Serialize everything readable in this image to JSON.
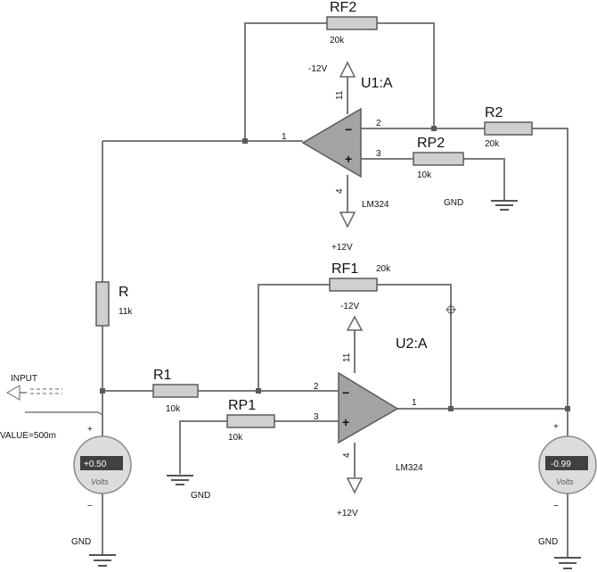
{
  "resistors": {
    "rf2": {
      "name": "RF2",
      "value": "20k"
    },
    "r2": {
      "name": "R2",
      "value": "20k"
    },
    "rp2": {
      "name": "RP2",
      "value": "10k"
    },
    "rf1": {
      "name": "RF1",
      "value": "20k"
    },
    "r": {
      "name": "R",
      "value": "11k"
    },
    "r1": {
      "name": "R1",
      "value": "10k"
    },
    "rp1": {
      "name": "RP1",
      "value": "10k"
    }
  },
  "opamps": {
    "u1": {
      "name": "U1:A",
      "part": "LM324",
      "pin_out": "1",
      "pin_inv": "2",
      "pin_noninv": "3",
      "pin_vneg": "11",
      "pin_vpos": "4"
    },
    "u2": {
      "name": "U2:A",
      "part": "LM324",
      "pin_out": "1",
      "pin_inv": "2",
      "pin_noninv": "3",
      "pin_vneg": "11",
      "pin_vpos": "4"
    }
  },
  "supplies": {
    "u1_neg": "-12V",
    "u1_pos": "+12V",
    "u2_neg": "-12V",
    "u2_pos": "+12V"
  },
  "grounds": {
    "u1_gnd": "GND",
    "rp1_gnd": "GND",
    "meter1_gnd": "GND",
    "meter2_gnd": "GND"
  },
  "input": {
    "label": "INPUT",
    "value": "VALUE=500m"
  },
  "voltmeters": {
    "left": {
      "reading": "+0.50",
      "unit": "Volts",
      "plus": "+",
      "minus": "−"
    },
    "right": {
      "reading": "-0.99",
      "unit": "Volts",
      "plus": "+",
      "minus": "−"
    }
  },
  "signs": {
    "minus": "−",
    "plus": "+"
  }
}
